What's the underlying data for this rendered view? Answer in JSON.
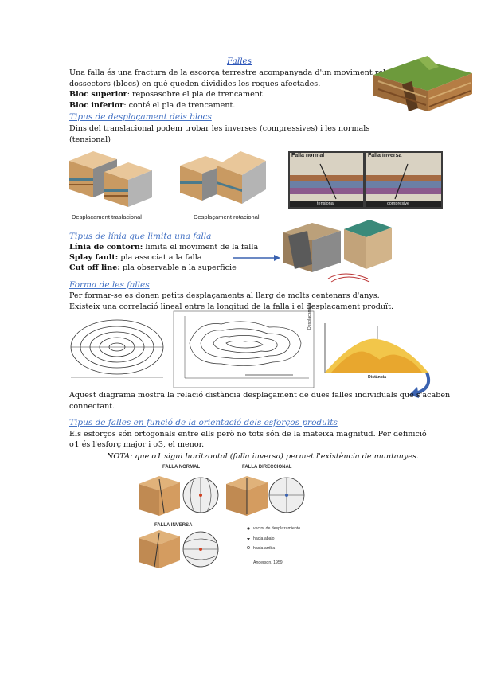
{
  "title": "Falles",
  "intro": {
    "line1": "Una falla és una fractura de la escorça terrestre acompanyada d'un moviment relatiu dels",
    "line2": "dossectors (blocs) en què queden dividides les roques afectades.",
    "bloc_superior_label": "Bloc superior",
    "bloc_superior_text": ": reposasobre el pla de trencament.",
    "bloc_inferior_label": "Bloc inferior",
    "bloc_inferior_text": ": conté el pla de trencament."
  },
  "section1": {
    "heading": "Tipus de desplaçament dels blocs",
    "line1": "Dins del translacional podem trobar les inverses (compressives) i les normals",
    "line2": "(tensional)",
    "caption_left": "Desplaçament traslacional",
    "caption_right": "Desplaçament rotacional",
    "fig_normal": "Falla normal",
    "fig_inversa": "Falla inversa",
    "fig_tensional": "tensional",
    "fig_compresive": "compresive"
  },
  "section2": {
    "heading": "Tipus de línia que limita una falla",
    "item1_label": "Línia de contorn:",
    "item1_text": " limita el moviment de la falla",
    "item2_label": "Splay fault:",
    "item2_text": " pla associat a la falla",
    "item3_label": "Cut off line:",
    "item3_text": " pla observable a la superficie"
  },
  "section3": {
    "heading": "Forma de les falles",
    "line1": "Per formar-se es donen petits desplaçaments al llarg de molts centenars d'anys.",
    "line2": "Existeix una correlació lineal entre la longitud de la falla i el desplaçament produït.",
    "axis_desplazament": "Desplaçament",
    "axis_distancia": "Distància",
    "after1": "Aquest diagrama mostra la relació distància desplaçament de dues falles individuals que s'acaben",
    "after2": "connectant."
  },
  "section4": {
    "heading": "Tipus de falles en funció de la orientació dels esforços produïts",
    "line1": "Els esforços són ortogonals entre ells però no tots són de la mateixa magnitud. Per definició",
    "line2": "σ1 és l'esforç major i σ3, el menor.",
    "note": "NOTA: que σ1 sigui horitzontal (falla inversa) permet l'existència de muntanyes.",
    "fig_normal": "FALLA NORMAL",
    "fig_direccional": "FALLA DIRECCIONAL",
    "fig_inversa": "FALLA INVERSA",
    "legend1": "vector de desplazamiento",
    "legend2": "hacia abajo",
    "legend3": "hacia arriba",
    "credit": "Anderson, 1959"
  },
  "colors": {
    "heading": "#4472c4",
    "title": "#2b55b8",
    "arrow": "#3a62b0"
  }
}
